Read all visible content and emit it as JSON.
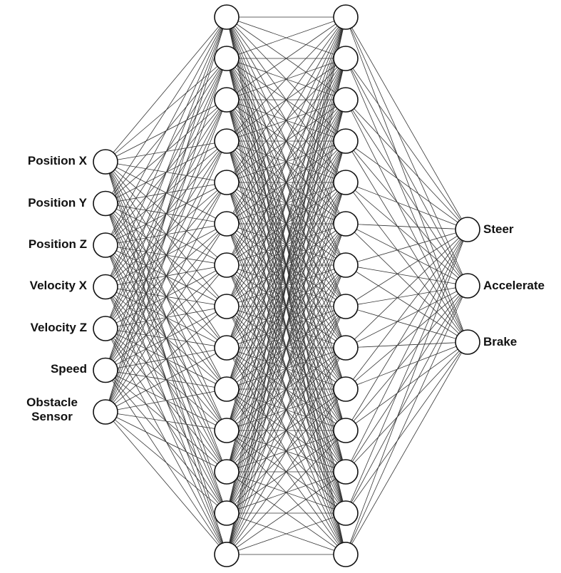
{
  "network": {
    "input_layer": [
      {
        "label": "Position X"
      },
      {
        "label": "Position Y"
      },
      {
        "label": "Position Z"
      },
      {
        "label": "Velocity X"
      },
      {
        "label": "Velocity Z"
      },
      {
        "label": "Speed"
      },
      {
        "label": "Obstacle Sensor"
      }
    ],
    "hidden_layer_1_size": 14,
    "hidden_layer_2_size": 14,
    "output_layer": [
      {
        "label": "Steer"
      },
      {
        "label": "Accelerate"
      },
      {
        "label": "Brake"
      }
    ],
    "connectivity": "fully-connected",
    "colors": {
      "node_stroke": "#111111",
      "node_fill": "#ffffff",
      "edge": "#333333",
      "text": "#111111"
    }
  }
}
